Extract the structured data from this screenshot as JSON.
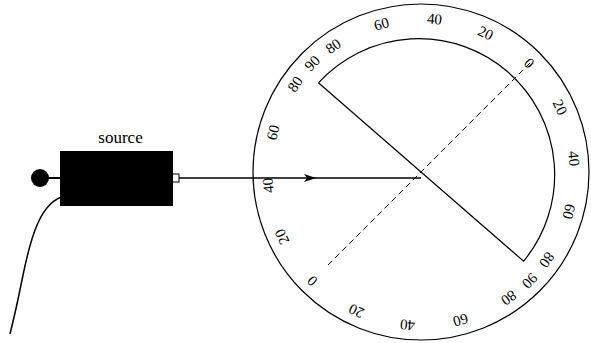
{
  "diagram": {
    "nodes": [
      {
        "text": [
          "source"
        ]
      }
    ],
    "labels": [
      "80",
      "90",
      "80",
      "60",
      "40",
      "20",
      "0",
      "20",
      "40",
      "60",
      "80",
      "90",
      "80",
      "60",
      "40",
      "20",
      "0",
      "20",
      "40",
      "60"
    ]
  }
}
